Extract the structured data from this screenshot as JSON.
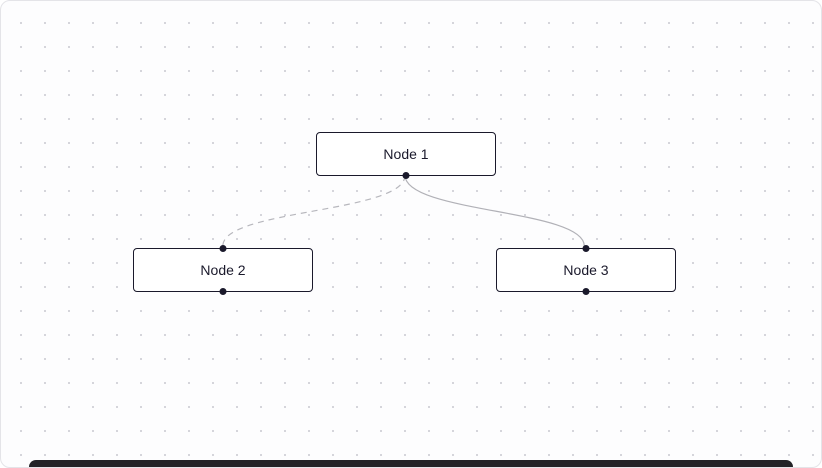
{
  "diagram": {
    "nodes": [
      {
        "id": "node-1",
        "label": "Node 1"
      },
      {
        "id": "node-2",
        "label": "Node 2"
      },
      {
        "id": "node-3",
        "label": "Node 3"
      }
    ],
    "edges": [
      {
        "id": "edge-1-2",
        "source": "node-1",
        "target": "node-2",
        "line_style": "dashed",
        "color": "#b7b7bd"
      },
      {
        "id": "edge-1-3",
        "source": "node-1",
        "target": "node-3",
        "line_style": "solid",
        "color": "#b1b1b7"
      }
    ],
    "colors": {
      "node_border": "#1a192b",
      "node_background": "#ffffff",
      "handle": "#1a192b",
      "canvas_background": "#fdfdfe",
      "grid_dot": "#d2d2d8"
    }
  }
}
